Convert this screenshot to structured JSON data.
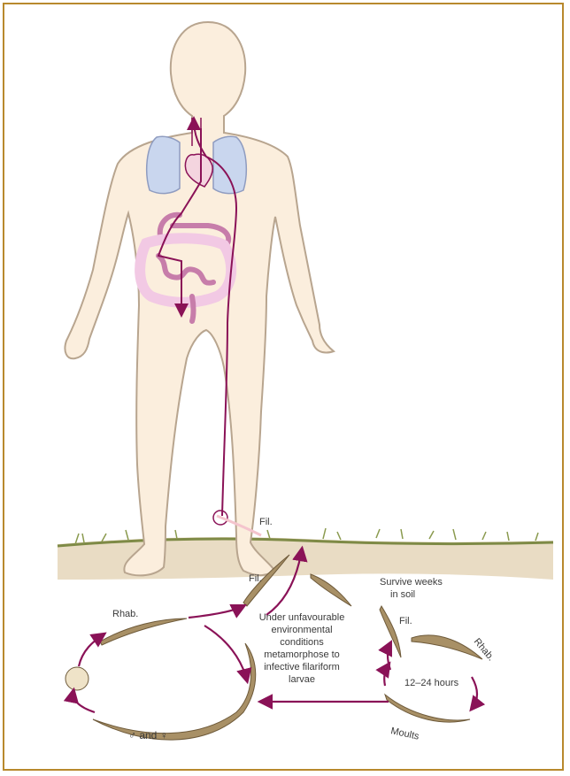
{
  "labels": {
    "fil_skin": "Fil.",
    "fil_soil": "Fil.",
    "fil_right": "Fil.",
    "rhab_left": "Rhab.",
    "rhab_right": "Rhab.",
    "survive_line1": "Survive weeks",
    "survive_line2": "in soil",
    "under_line1": "Under unfavourable",
    "under_line2": "environmental",
    "under_line3": "conditions",
    "under_line4": "metamorphose to",
    "under_line5": "infective filariform",
    "under_line6": "larvae",
    "hours": "12–24 hours",
    "moults": "Moults",
    "sexes": "♂ and ♀"
  },
  "colors": {
    "frame": "#b8892d",
    "skin": "#fbeedd",
    "skin_outline": "#b8a58f",
    "lungs": "#c9d6ee",
    "intestine": "#f2c9e4",
    "arrow": "#8a1257",
    "worm": "#a89066",
    "soil": "#e9dcc4",
    "grass": "#8a9a4e"
  },
  "icons": [
    "male-symbol",
    "female-symbol"
  ]
}
